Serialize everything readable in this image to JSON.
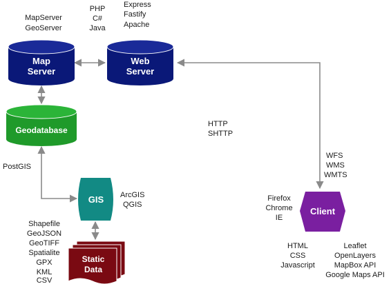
{
  "nodes": {
    "map_server": {
      "line1": "Map",
      "line2": "Server",
      "color": "#0a1878"
    },
    "web_server": {
      "line1": "Web",
      "line2": "Server",
      "color": "#0a1878"
    },
    "geodatabase": {
      "label": "Geodatabase",
      "color": "#1f9a2a"
    },
    "gis": {
      "label": "GIS",
      "color": "#128a84"
    },
    "static_data": {
      "line1": "Static",
      "line2": "Data",
      "color": "#7a0a12"
    },
    "client": {
      "label": "Client",
      "color": "#7a1fa0"
    }
  },
  "labels": {
    "map_server_tech": [
      "MapServer",
      "GeoServer"
    ],
    "web_langs": [
      "PHP",
      "C#",
      "Java"
    ],
    "web_frameworks": [
      "Express",
      "Fastify",
      "Apache"
    ],
    "protocols": [
      "HTTP",
      "SHTTP"
    ],
    "ogc_services": [
      "WFS",
      "WMS",
      "WMTS"
    ],
    "db_ext": "PostGIS",
    "gis_tools": [
      "ArcGIS",
      "QGIS"
    ],
    "file_formats": [
      "Shapefile",
      "GeoJSON",
      "GeoTIFF",
      "Spatialite",
      "GPX",
      "KML",
      "CSV"
    ],
    "browsers": [
      "Firefox",
      "Chrome",
      "IE"
    ],
    "web_tech": [
      "HTML",
      "CSS",
      "Javascript"
    ],
    "map_libs": [
      "Leaflet",
      "OpenLayers",
      "MapBox API",
      "Google Maps API"
    ]
  },
  "colors": {
    "connector": "#8a8a8a",
    "text": "#1a1a1a"
  }
}
